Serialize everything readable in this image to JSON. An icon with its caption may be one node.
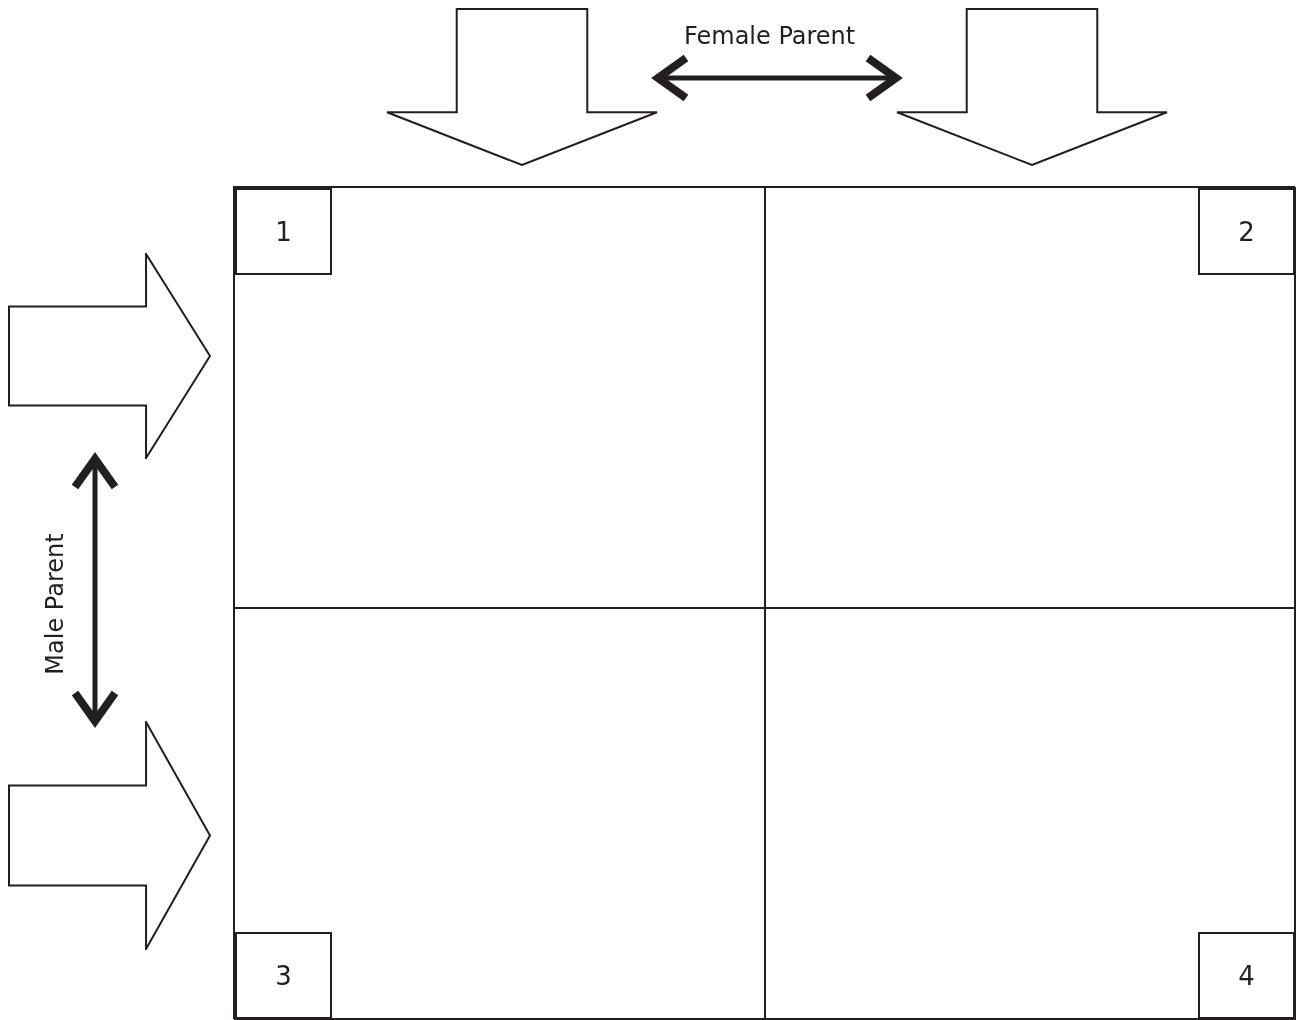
{
  "diagram": {
    "nodes": [
      {
        "text": [],
        "shape": "arrow"
      },
      {
        "text": [],
        "shape": "arrow"
      },
      {
        "text": [],
        "shape": "arrow"
      },
      {
        "text": [],
        "shape": "arrow"
      },
      {
        "text": [],
        "shape": "box"
      },
      {
        "text": [],
        "shape": "box",
        "in": 4
      },
      {
        "text": [],
        "shape": "box",
        "in": 4
      },
      {
        "text": [],
        "shape": "box",
        "in": 4
      },
      {
        "text": [],
        "shape": "box",
        "in": 4
      },
      {
        "text": [
          "1"
        ],
        "in": 5
      },
      {
        "text": [
          "2"
        ],
        "in": 6
      },
      {
        "text": [
          "3"
        ],
        "in": 7
      },
      {
        "text": [
          "4"
        ],
        "in": 8
      }
    ],
    "edges": [
      {
        "from": 0,
        "to": 1,
        "arrow": "both",
        "label": "Female Parent"
      },
      {
        "from": 2,
        "to": 3,
        "arrow": "both",
        "label": "Male Parent"
      }
    ]
  }
}
